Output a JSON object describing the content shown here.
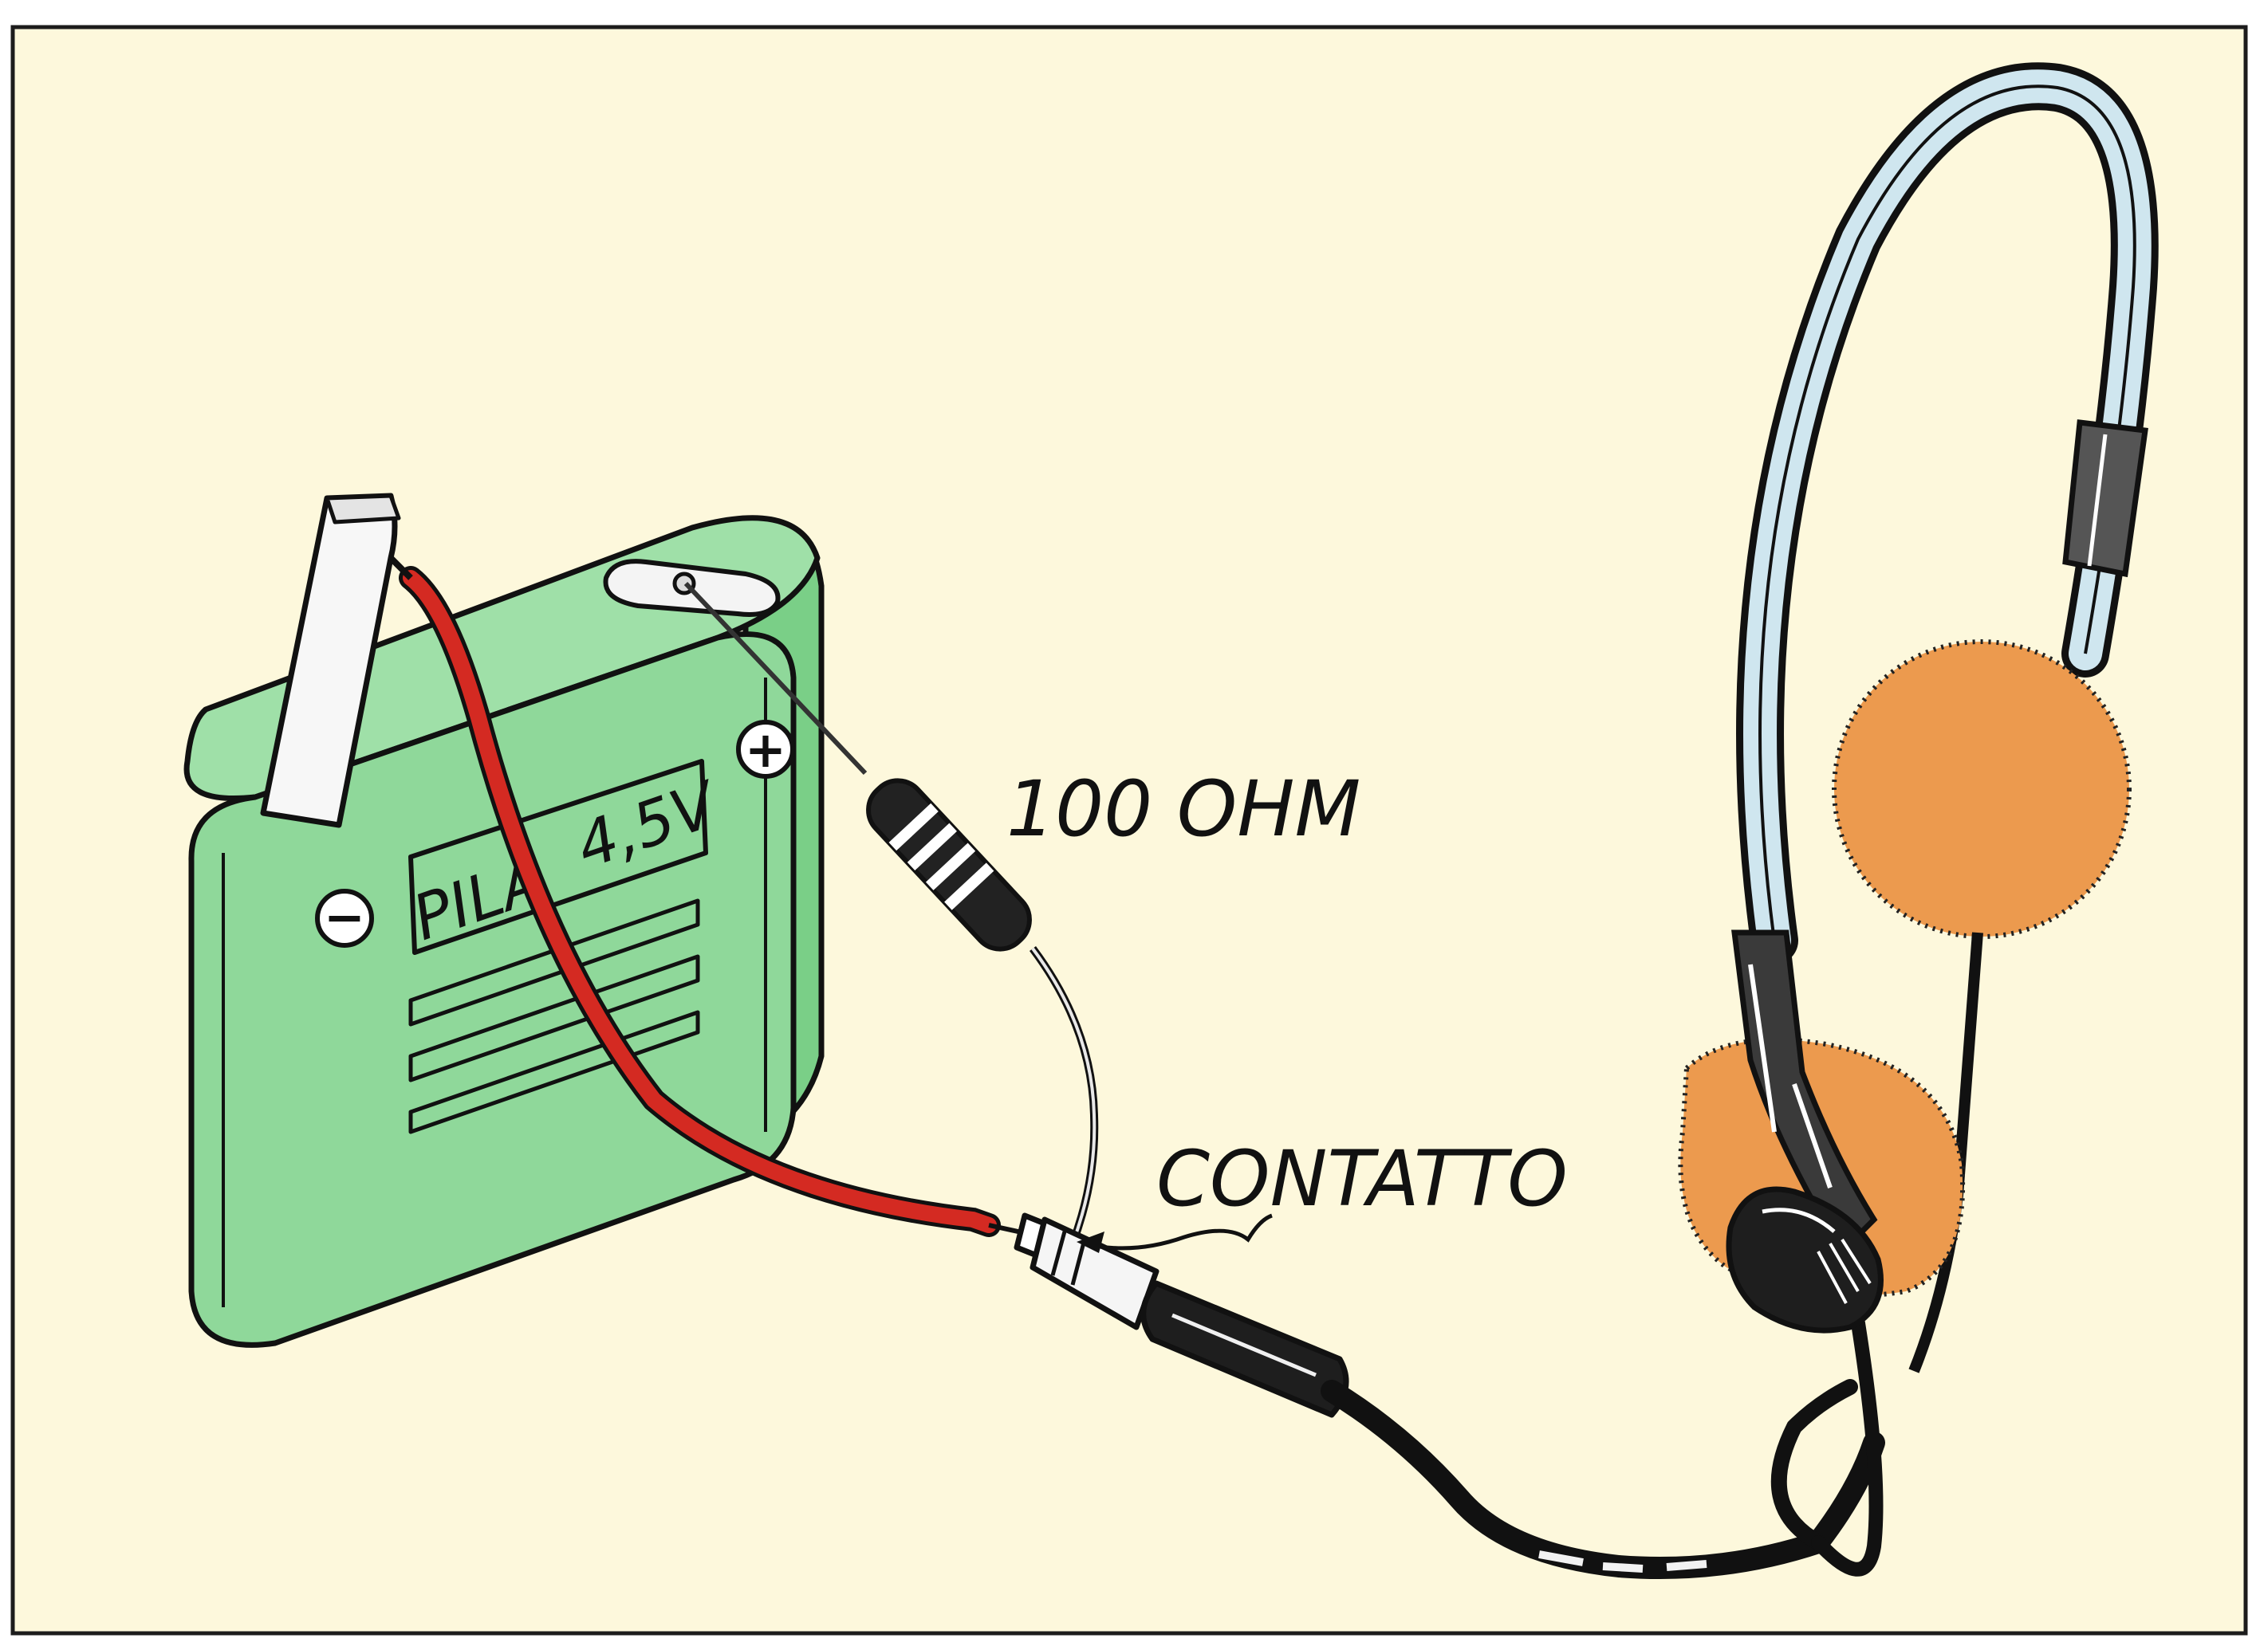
{
  "diagram": {
    "background_color": "#fdf8dc",
    "border_color": "#1c1c1c",
    "battery": {
      "label_pila": "PILA",
      "label_voltage": "4,5V",
      "positive_symbol": "+",
      "negative_symbol": "−",
      "color": "#8fd89a"
    },
    "resistor_label": "100 OHM",
    "contact_label": "CONTATTO",
    "wire_color": "#d42a22",
    "earpad_color": "#ec9a4e",
    "headband_color": "#cfe6ef"
  }
}
